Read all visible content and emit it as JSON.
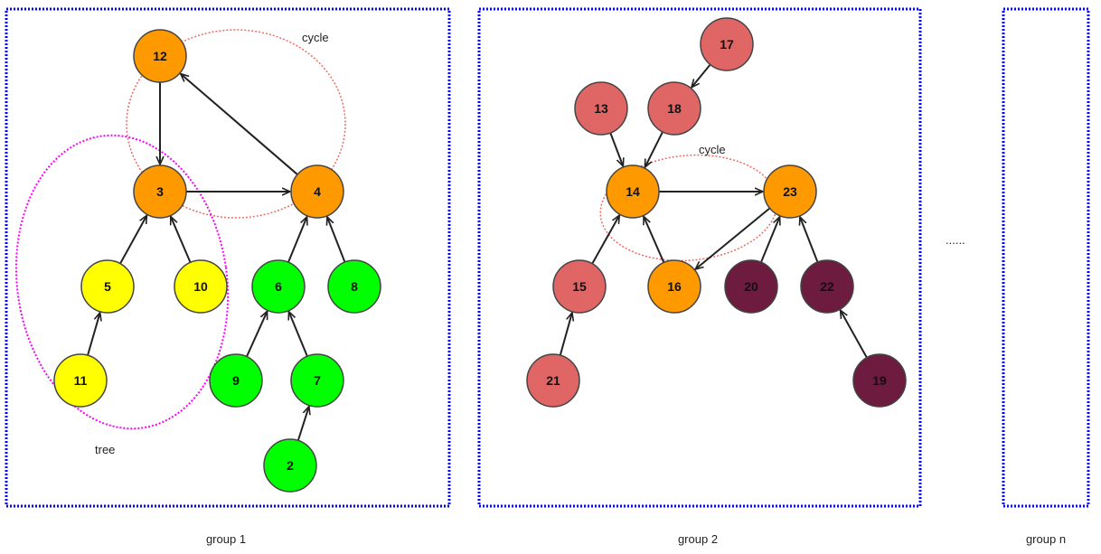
{
  "colors": {
    "orange": "#FF9900",
    "yellow": "#FFFF00",
    "green": "#00FF00",
    "salmon": "#E06666",
    "maroon": "#6D1B3F",
    "group_border": "#0000FF",
    "cycle_outline": "#EA6B66",
    "tree_outline": "#FF00FF",
    "edge": "#222222",
    "node_stroke": "#444444"
  },
  "groups": [
    {
      "id": "g1",
      "label": "group 1"
    },
    {
      "id": "g2",
      "label": "group 2"
    },
    {
      "id": "gn",
      "label": "group n"
    }
  ],
  "annotations": {
    "cycle1": "cycle",
    "tree": "tree",
    "cycle2": "cycle",
    "ellipsis": "......"
  },
  "nodes": [
    {
      "id": "12",
      "label": "12",
      "color": "orange"
    },
    {
      "id": "3",
      "label": "3",
      "color": "orange"
    },
    {
      "id": "4",
      "label": "4",
      "color": "orange"
    },
    {
      "id": "5",
      "label": "5",
      "color": "yellow"
    },
    {
      "id": "10",
      "label": "10",
      "color": "yellow"
    },
    {
      "id": "11",
      "label": "11",
      "color": "yellow"
    },
    {
      "id": "6",
      "label": "6",
      "color": "green"
    },
    {
      "id": "8",
      "label": "8",
      "color": "green"
    },
    {
      "id": "9",
      "label": "9",
      "color": "green"
    },
    {
      "id": "7",
      "label": "7",
      "color": "green"
    },
    {
      "id": "2",
      "label": "2",
      "color": "green"
    },
    {
      "id": "17",
      "label": "17",
      "color": "salmon"
    },
    {
      "id": "13",
      "label": "13",
      "color": "salmon"
    },
    {
      "id": "18",
      "label": "18",
      "color": "salmon"
    },
    {
      "id": "14",
      "label": "14",
      "color": "orange"
    },
    {
      "id": "23",
      "label": "23",
      "color": "orange"
    },
    {
      "id": "15",
      "label": "15",
      "color": "salmon"
    },
    {
      "id": "16",
      "label": "16",
      "color": "orange"
    },
    {
      "id": "20",
      "label": "20",
      "color": "maroon"
    },
    {
      "id": "22",
      "label": "22",
      "color": "maroon"
    },
    {
      "id": "21",
      "label": "21",
      "color": "salmon"
    },
    {
      "id": "19",
      "label": "19",
      "color": "maroon"
    }
  ],
  "edges": [
    {
      "from": "12",
      "to": "3"
    },
    {
      "from": "3",
      "to": "4"
    },
    {
      "from": "4",
      "to": "12"
    },
    {
      "from": "5",
      "to": "3"
    },
    {
      "from": "10",
      "to": "3"
    },
    {
      "from": "11",
      "to": "5"
    },
    {
      "from": "6",
      "to": "4"
    },
    {
      "from": "8",
      "to": "4"
    },
    {
      "from": "9",
      "to": "6"
    },
    {
      "from": "7",
      "to": "6"
    },
    {
      "from": "2",
      "to": "7"
    },
    {
      "from": "17",
      "to": "18"
    },
    {
      "from": "13",
      "to": "14"
    },
    {
      "from": "18",
      "to": "14"
    },
    {
      "from": "14",
      "to": "23"
    },
    {
      "from": "23",
      "to": "16"
    },
    {
      "from": "16",
      "to": "14"
    },
    {
      "from": "15",
      "to": "14"
    },
    {
      "from": "20",
      "to": "23"
    },
    {
      "from": "22",
      "to": "23"
    },
    {
      "from": "21",
      "to": "15"
    },
    {
      "from": "19",
      "to": "22"
    }
  ]
}
